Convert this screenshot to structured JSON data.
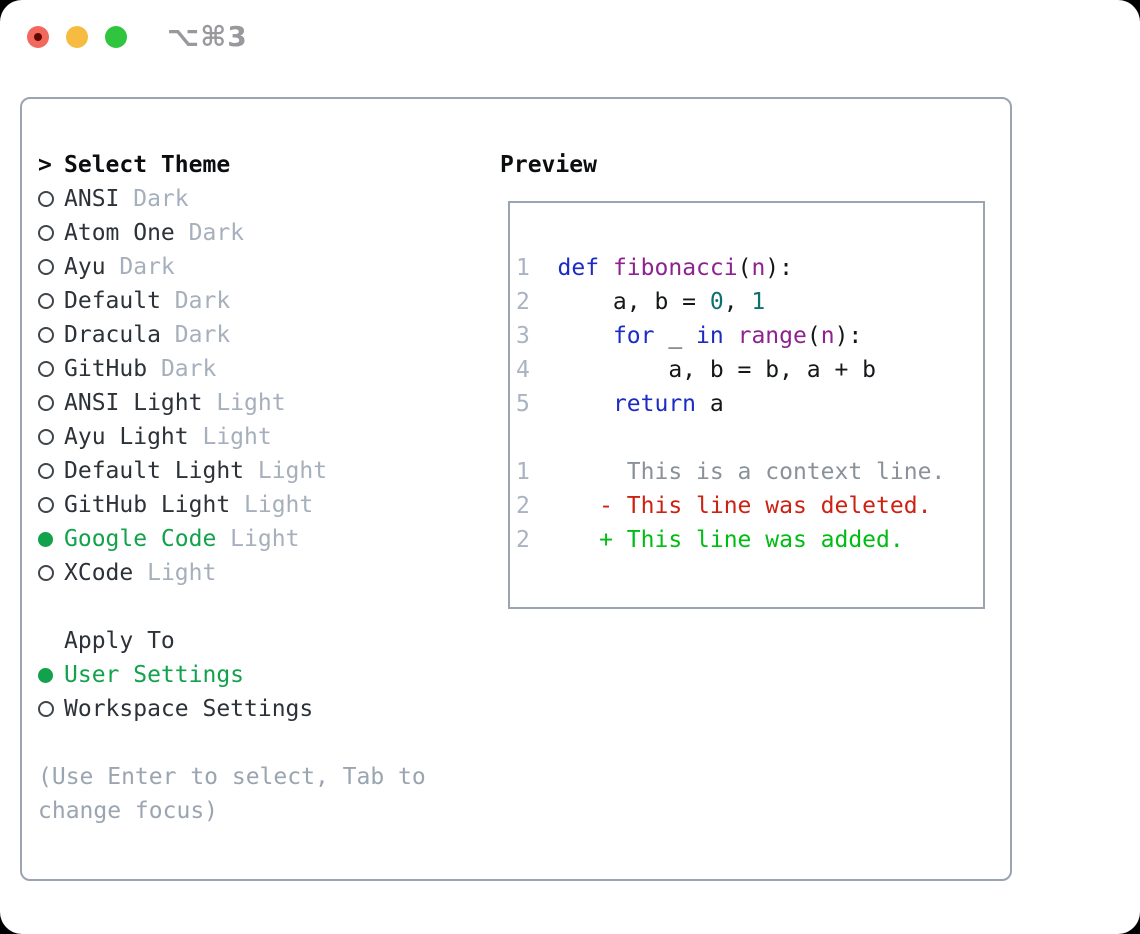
{
  "window": {
    "title": "⌥⌘3"
  },
  "theme_panel": {
    "header_pointer": ">",
    "header_label": "Select Theme",
    "themes": [
      {
        "name": "ANSI",
        "variant": "Dark",
        "selected": false
      },
      {
        "name": "Atom One",
        "variant": "Dark",
        "selected": false
      },
      {
        "name": "Ayu",
        "variant": "Dark",
        "selected": false
      },
      {
        "name": "Default",
        "variant": "Dark",
        "selected": false
      },
      {
        "name": "Dracula",
        "variant": "Dark",
        "selected": false
      },
      {
        "name": "GitHub",
        "variant": "Dark",
        "selected": false
      },
      {
        "name": "ANSI Light",
        "variant": "Light",
        "selected": false
      },
      {
        "name": "Ayu Light",
        "variant": "Light",
        "selected": false
      },
      {
        "name": "Default Light",
        "variant": "Light",
        "selected": false
      },
      {
        "name": "GitHub Light",
        "variant": "Light",
        "selected": false
      },
      {
        "name": "Google Code",
        "variant": "Light",
        "selected": true
      },
      {
        "name": "XCode",
        "variant": "Light",
        "selected": false
      }
    ],
    "apply_to": {
      "label": "Apply To",
      "options": [
        {
          "name": "User Settings",
          "selected": true
        },
        {
          "name": "Workspace Settings",
          "selected": false
        }
      ]
    },
    "help_lines": [
      "(Use Enter to select, Tab to",
      "change focus)"
    ]
  },
  "preview_panel": {
    "header": "Preview",
    "code_lines": [
      {
        "num": "1",
        "tokens": [
          {
            "t": "  ",
            "c": "plain"
          },
          {
            "t": "def",
            "c": "kw"
          },
          {
            "t": " ",
            "c": "plain"
          },
          {
            "t": "fibonacci",
            "c": "fn"
          },
          {
            "t": "(",
            "c": "plain"
          },
          {
            "t": "n",
            "c": "fn"
          },
          {
            "t": "):",
            "c": "plain"
          }
        ]
      },
      {
        "num": "2",
        "tokens": [
          {
            "t": "      a, b = ",
            "c": "plain"
          },
          {
            "t": "0",
            "c": "num"
          },
          {
            "t": ", ",
            "c": "plain"
          },
          {
            "t": "1",
            "c": "num"
          }
        ]
      },
      {
        "num": "3",
        "tokens": [
          {
            "t": "      ",
            "c": "plain"
          },
          {
            "t": "for",
            "c": "kw"
          },
          {
            "t": " _ ",
            "c": "plain"
          },
          {
            "t": "in",
            "c": "kw"
          },
          {
            "t": " ",
            "c": "plain"
          },
          {
            "t": "range",
            "c": "fn"
          },
          {
            "t": "(",
            "c": "plain"
          },
          {
            "t": "n",
            "c": "fn"
          },
          {
            "t": "):",
            "c": "plain"
          }
        ]
      },
      {
        "num": "4",
        "tokens": [
          {
            "t": "          a, b = b, a + b",
            "c": "plain"
          }
        ]
      },
      {
        "num": "5",
        "tokens": [
          {
            "t": "      ",
            "c": "plain"
          },
          {
            "t": "return",
            "c": "kw"
          },
          {
            "t": " a",
            "c": "plain"
          }
        ]
      },
      {
        "num": "",
        "tokens": []
      },
      {
        "num": "1",
        "tokens": [
          {
            "t": "       This is a context line.",
            "c": "ctx"
          }
        ]
      },
      {
        "num": "2",
        "tokens": [
          {
            "t": "     - This line was deleted.",
            "c": "del"
          }
        ]
      },
      {
        "num": "2",
        "tokens": [
          {
            "t": "     + This line was added.",
            "c": "add"
          }
        ]
      }
    ]
  },
  "colors": {
    "page_bg": "#000000",
    "window_bg": "#ffffff",
    "border": "#9aa5b1",
    "header_text": "#0b0d0f",
    "item_text": "#2c3238",
    "variant_text": "#a6afbc",
    "help_text": "#9aa5b1",
    "selected_green": "#12a24b",
    "marker_ring": "#3f464c",
    "title_text": "#98989d",
    "light_red": "#f2685c",
    "light_red_dot": "#5f0a00",
    "light_yellow": "#f6bc41",
    "light_green": "#30c53e",
    "ln": "#a9b3c2",
    "kw": "#1c2cc2",
    "fn": "#8e2290",
    "num": "#0e6f6f",
    "plain": "#15181b",
    "ctx": "#8a9199",
    "del": "#cc2213",
    "add": "#00bd13"
  }
}
